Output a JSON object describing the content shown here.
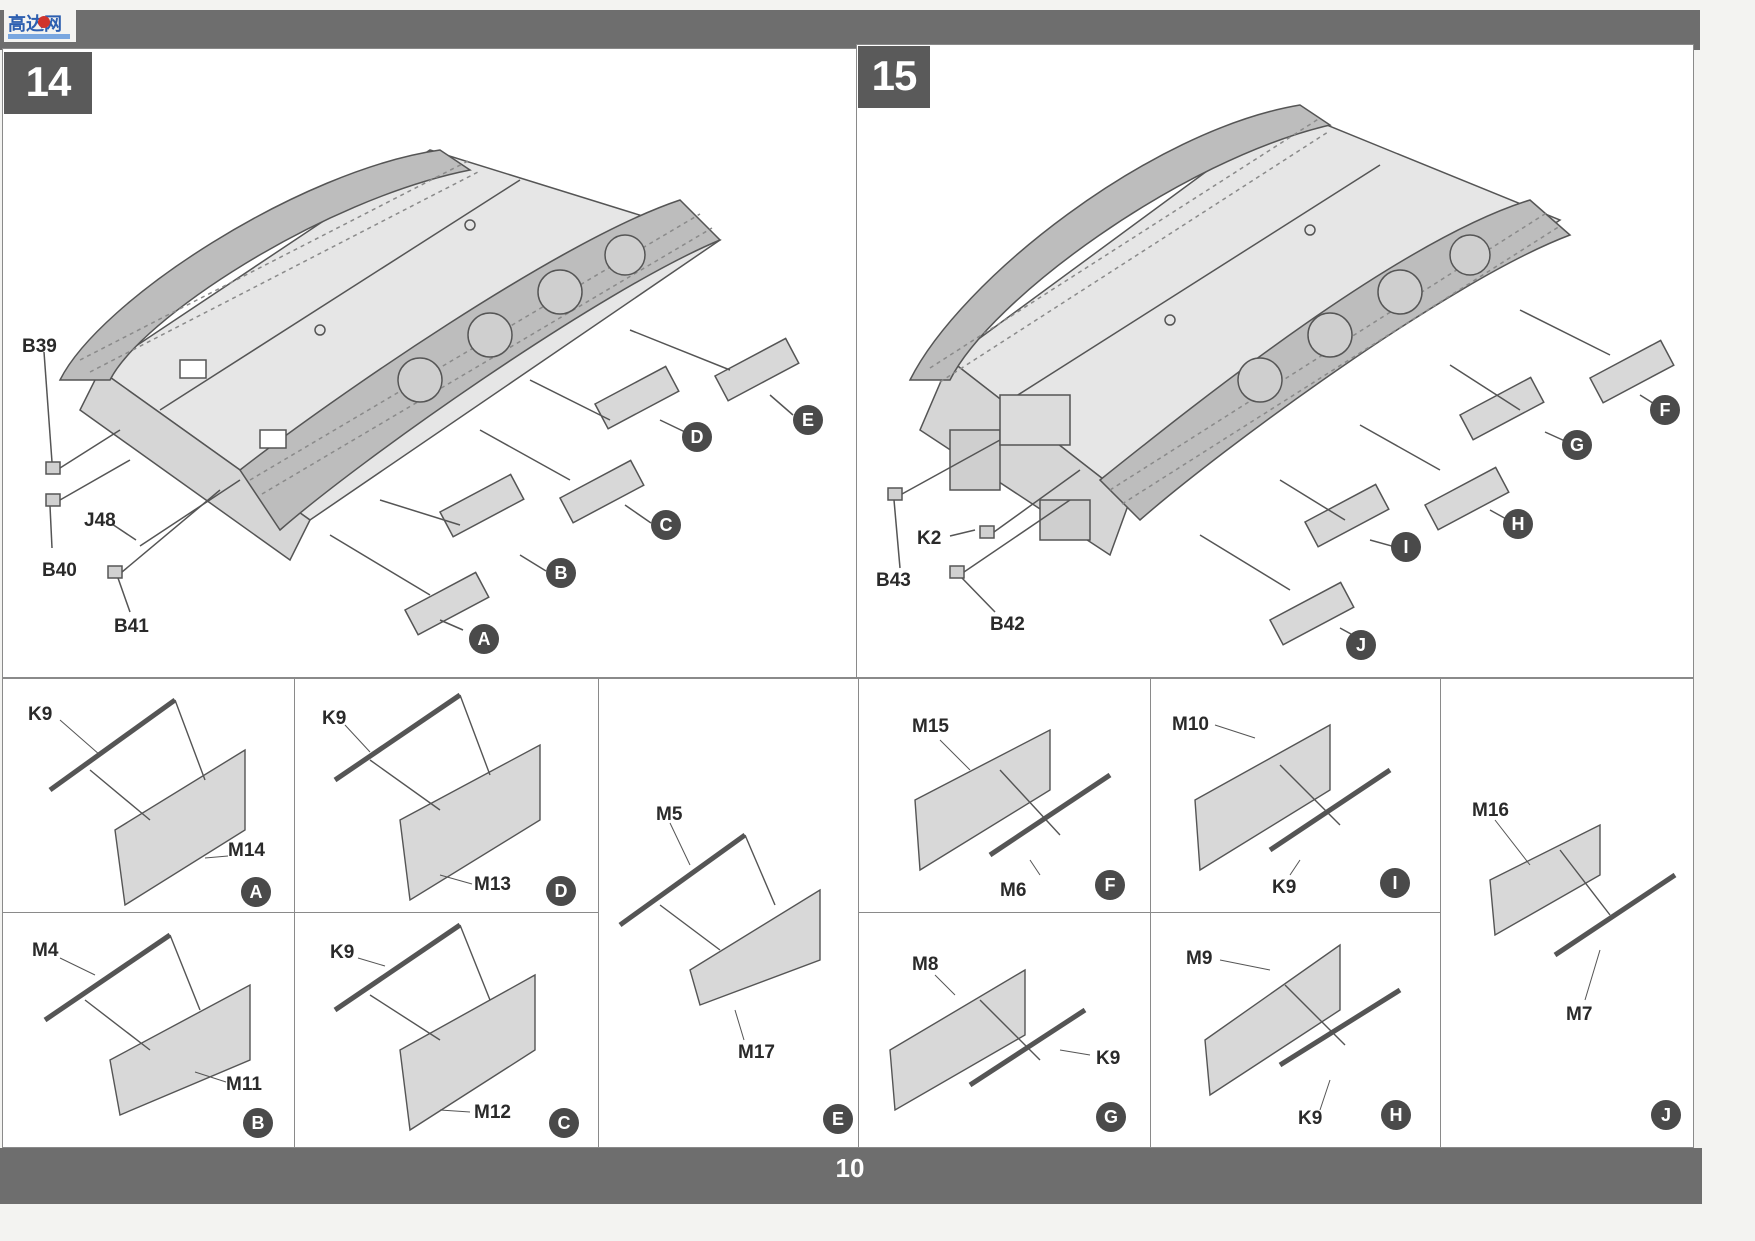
{
  "logo_text": "高达网",
  "page_number": "10",
  "steps": [
    {
      "number": "14",
      "part_labels": [
        "B39",
        "J48",
        "B40",
        "B41"
      ],
      "callouts": [
        "A",
        "B",
        "C",
        "D",
        "E"
      ]
    },
    {
      "number": "15",
      "part_labels": [
        "B43",
        "K2",
        "B42"
      ],
      "callouts": [
        "F",
        "G",
        "H",
        "I",
        "J"
      ]
    }
  ],
  "subassemblies": [
    {
      "letter": "A",
      "labels": [
        "K9",
        "M14"
      ]
    },
    {
      "letter": "D",
      "labels": [
        "K9",
        "M13"
      ]
    },
    {
      "letter": "B",
      "labels": [
        "M4",
        "M11"
      ]
    },
    {
      "letter": "C",
      "labels": [
        "K9",
        "M12"
      ]
    },
    {
      "letter": "E",
      "labels": [
        "M5",
        "M17"
      ]
    },
    {
      "letter": "F",
      "labels": [
        "M15",
        "M6"
      ]
    },
    {
      "letter": "I",
      "labels": [
        "M10",
        "K9"
      ]
    },
    {
      "letter": "J",
      "labels": [
        "M16",
        "M7"
      ]
    },
    {
      "letter": "G",
      "labels": [
        "M8",
        "K9"
      ]
    },
    {
      "letter": "H",
      "labels": [
        "M9",
        "K9"
      ]
    }
  ],
  "colors": {
    "band": "#6e6e6e",
    "step_box": "#5a5a5a",
    "callout": "#4a4a4a",
    "line_art": "#555555",
    "hull_fill": "#e6e6e6",
    "track": "#bdbdbd"
  }
}
